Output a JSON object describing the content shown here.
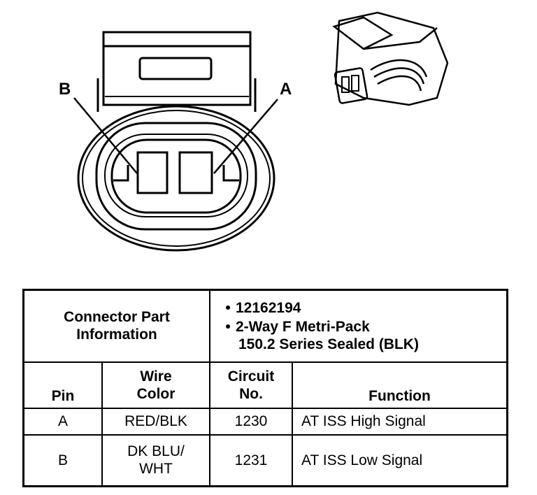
{
  "diagram": {
    "pin_labels": {
      "b": "B",
      "a": "A"
    }
  },
  "table": {
    "part_info_label": "Connector Part Information",
    "part_info_items": [
      "12162194",
      "2-Way F Metri-Pack",
      "150.2 Series Sealed (BLK)"
    ],
    "bullet": "•",
    "headers": {
      "pin": "Pin",
      "wire_color_1": "Wire",
      "wire_color_2": "Color",
      "circuit_1": "Circuit",
      "circuit_2": "No.",
      "function": "Function"
    },
    "rows": [
      {
        "pin": "A",
        "wire_color_1": "RED/BLK",
        "wire_color_2": "",
        "circuit": "1230",
        "function": "AT ISS High Signal"
      },
      {
        "pin": "B",
        "wire_color_1": "DK BLU/",
        "wire_color_2": "WHT",
        "circuit": "1231",
        "function": "AT ISS Low Signal"
      }
    ]
  }
}
